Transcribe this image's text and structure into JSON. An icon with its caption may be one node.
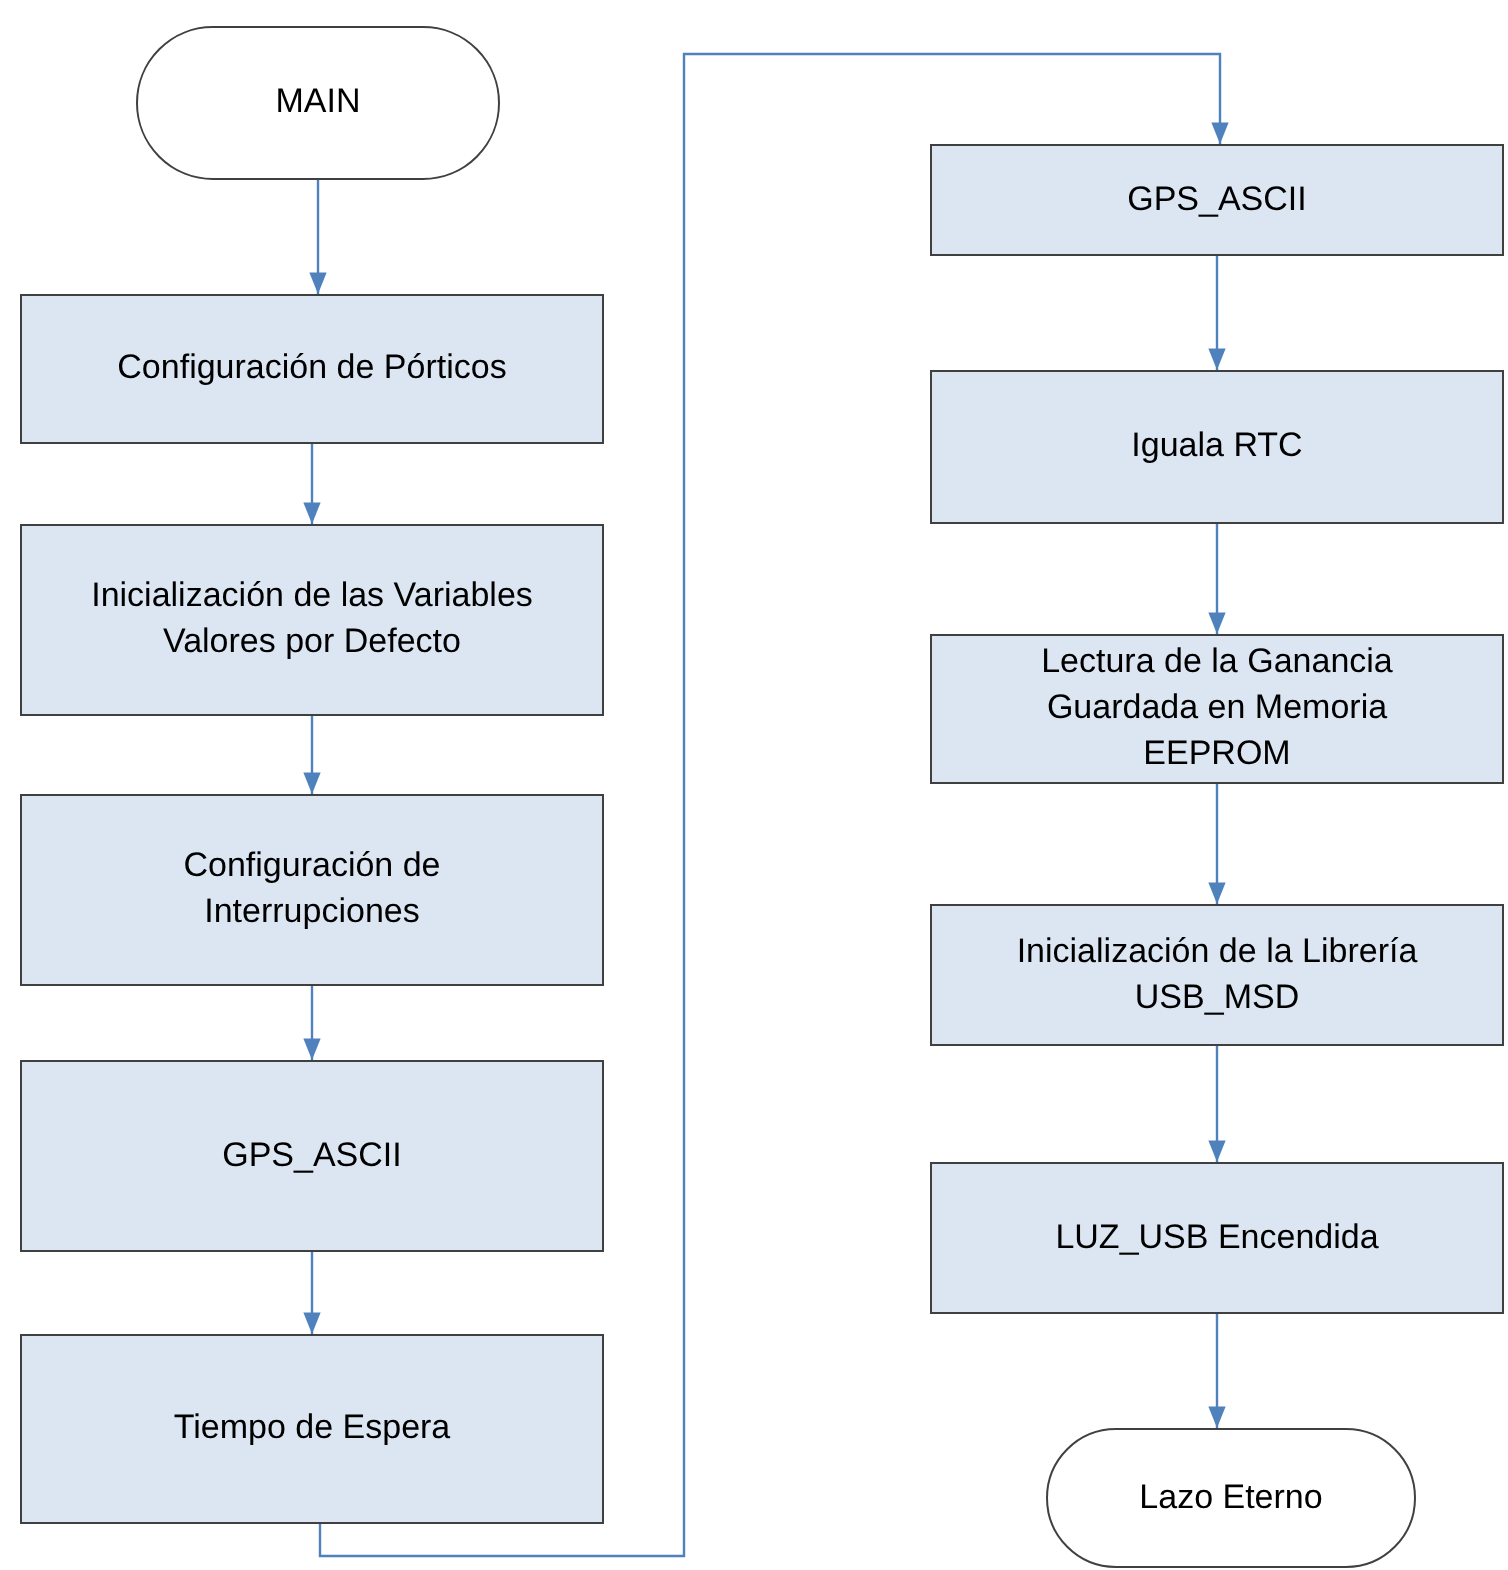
{
  "diagram": {
    "nodes": [
      {
        "text": [
          "MAIN"
        ]
      },
      {
        "text": [
          "Configuración de Pórticos"
        ]
      },
      {
        "text": [
          "Inicialización de las Variables Valores por Defecto"
        ]
      },
      {
        "text": [
          "Configuración de Interrupciones"
        ]
      },
      {
        "text": [
          "GPS_ASCII"
        ]
      },
      {
        "text": [
          "Tiempo de Espera"
        ]
      },
      {
        "text": [
          "GPS_ASCII"
        ]
      },
      {
        "text": [
          "Iguala RTC"
        ]
      },
      {
        "text": [
          "Lectura de la Ganancia Guardada en Memoria EEPROM"
        ]
      },
      {
        "text": [
          "Inicialización de la Librería USB_MSD"
        ]
      },
      {
        "text": [
          "LUZ_USB Encendida"
        ]
      },
      {
        "text": [
          "Lazo Eterno"
        ]
      }
    ],
    "edges": [
      {
        "from": 0,
        "to": 1,
        "arrow": "to"
      },
      {
        "from": 1,
        "to": 2,
        "arrow": "to"
      },
      {
        "from": 2,
        "to": 3,
        "arrow": "to"
      },
      {
        "from": 3,
        "to": 4,
        "arrow": "to"
      },
      {
        "from": 4,
        "to": 5,
        "arrow": "to"
      },
      {
        "from": 5,
        "to": 6,
        "arrow": "to"
      },
      {
        "from": 6,
        "to": 7,
        "arrow": "to"
      },
      {
        "from": 7,
        "to": 8,
        "arrow": "to"
      },
      {
        "from": 8,
        "to": 9,
        "arrow": "to"
      },
      {
        "from": 9,
        "to": 10,
        "arrow": "to"
      },
      {
        "from": 10,
        "to": 11,
        "arrow": "to"
      }
    ]
  }
}
